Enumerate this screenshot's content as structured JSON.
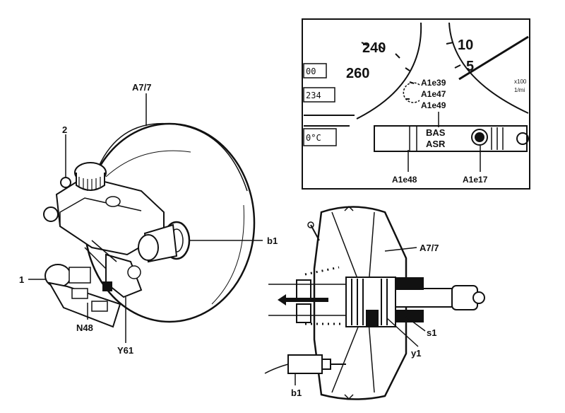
{
  "labels": {
    "booster_top": "A7/7",
    "part_2": "2",
    "part_1": "1",
    "sensor_b1_left": "b1",
    "n48": "N48",
    "y61": "Y61",
    "section_a77": "A7/7",
    "section_s1": "s1",
    "section_y1": "y1",
    "section_b1": "b1",
    "a1e39": "A1e39",
    "a1e47": "A1e47",
    "a1e49": "A1e49",
    "a1e48": "A1e48",
    "a1e17": "A1e17"
  },
  "cluster": {
    "speed_ticks": [
      "240",
      "260"
    ],
    "rpm_ticks": [
      "10",
      "5"
    ],
    "rpm_unit_1": "x100",
    "rpm_unit_2": "1/mi",
    "lcd_top": "00",
    "lcd_mid": "234",
    "lcd_temp": "0°C",
    "bas": "BAS",
    "asr": "ASR"
  }
}
